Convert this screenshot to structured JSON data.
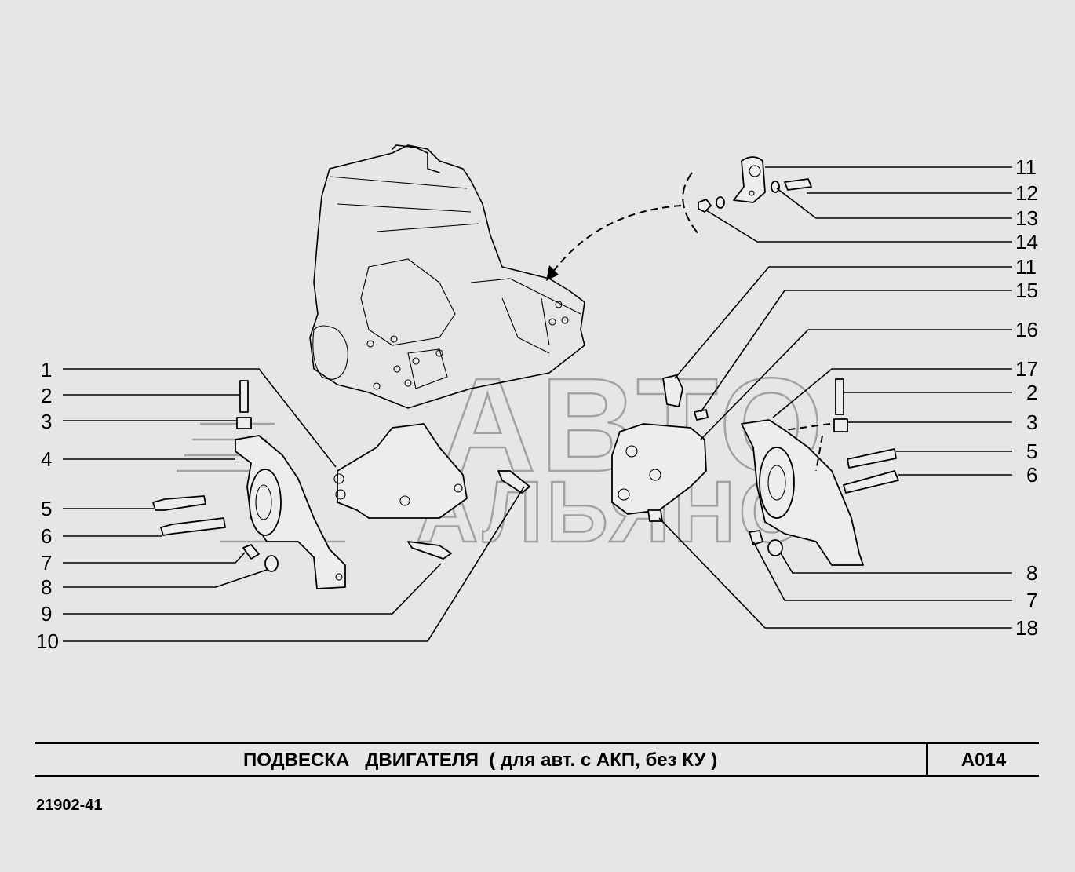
{
  "title": "ПОДВЕСКА   ДВИГАТЕЛЯ  ( для авт. с АКП, без КУ )",
  "code": "A014",
  "catalog_number": "21902-41",
  "watermark": [
    "АВТО",
    "АЛЬЯНС"
  ],
  "callouts_left": [
    "1",
    "2",
    "3",
    "4",
    "5",
    "6",
    "7",
    "8",
    "9",
    "10"
  ],
  "callouts_right": [
    "11",
    "12",
    "13",
    "14",
    "11",
    "15",
    "16",
    "17",
    "2",
    "3",
    "5",
    "6",
    "8",
    "7",
    "18"
  ],
  "colors": {
    "background": "#e6e6e6",
    "line": "#000000",
    "watermark": "#9a9a9a"
  }
}
